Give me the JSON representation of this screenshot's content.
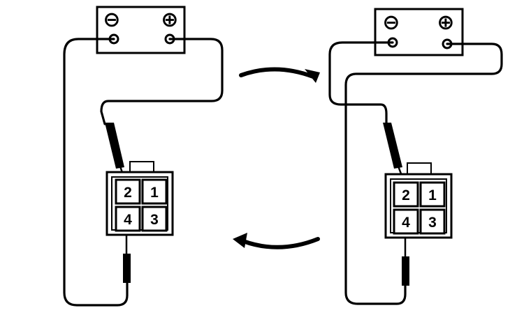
{
  "diagram": {
    "left": {
      "battery": {
        "negative_symbol": "⊖",
        "positive_symbol": "⊕"
      },
      "connector": {
        "pins": [
          "2",
          "1",
          "4",
          "3"
        ]
      }
    },
    "right": {
      "battery": {
        "negative_symbol": "⊖",
        "positive_symbol": "⊕"
      },
      "connector": {
        "pins": [
          "2",
          "1",
          "4",
          "3"
        ]
      }
    }
  }
}
